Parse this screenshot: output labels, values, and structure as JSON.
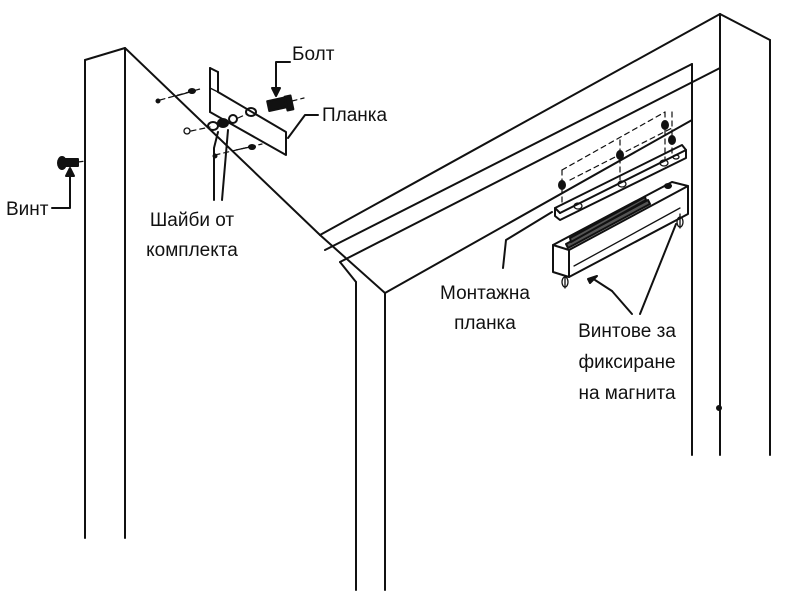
{
  "labels": {
    "bolt": "Болт",
    "plate": "Планка",
    "screw": "Винт",
    "washers_line1": "Шайби от",
    "washers_line2": "комплекта",
    "mounting_line1": "Монтажна",
    "mounting_line2": "планка",
    "fixing_line1": "Винтове за",
    "fixing_line2": "фиксиране",
    "fixing_line3": "на магнита"
  },
  "colors": {
    "ink": "#111111",
    "background": "#ffffff"
  }
}
